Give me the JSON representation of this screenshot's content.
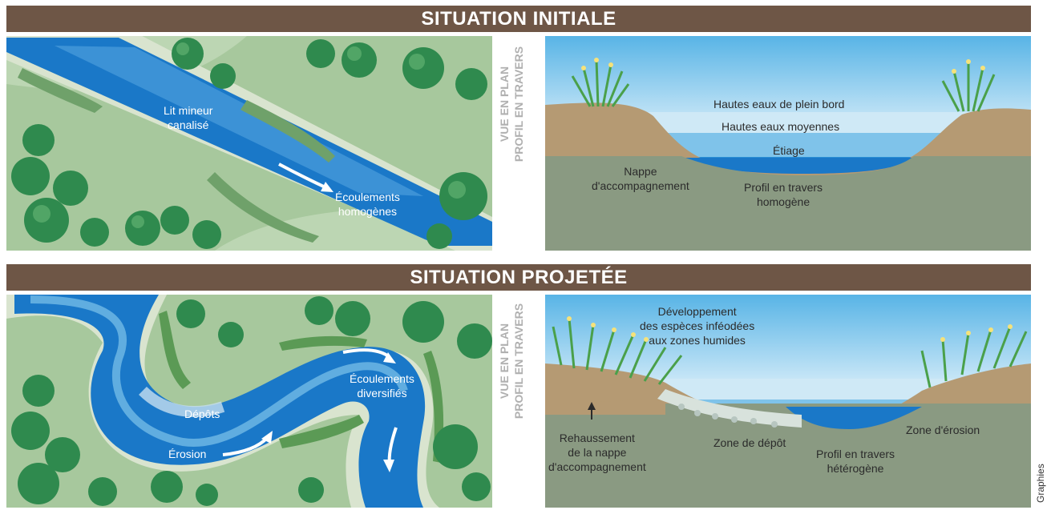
{
  "sections": {
    "initial": {
      "title": "SITUATION INITIALE",
      "view_labels": {
        "plan": "VUE EN PLAN",
        "profile": "PROFIL EN TRAVERS"
      },
      "plan": {
        "channel": "Lit mineur\ncanalisé",
        "flows": "Écoulements\nhomogènes"
      },
      "profile": {
        "bankfull": "Hautes eaux de plein bord",
        "mean_high": "Hautes eaux moyennes",
        "low_water": "Étiage",
        "water_table": "Nappe\nd'accompagnement",
        "cross_section": "Profil en travers\nhomogène"
      }
    },
    "projected": {
      "title": "SITUATION PROJETÉE",
      "view_labels": {
        "plan": "VUE EN PLAN",
        "profile": "PROFIL EN TRAVERS"
      },
      "plan": {
        "deposits": "Dépôts",
        "erosion": "Érosion",
        "flows": "Écoulements\ndiversifiés"
      },
      "profile": {
        "vegetation": "Développement\ndes espèces inféodées\naux zones humides",
        "water_table_rise": "Rehaussement\nde la nappe\nd'accompagnement",
        "deposit_zone": "Zone de dépôt",
        "cross_section": "Profil en travers\nhétérogène",
        "erosion_zone": "Zone d'érosion"
      }
    }
  },
  "credit": "Graphies",
  "colors": {
    "banner": "#6e5646",
    "grass": "#a7c89d",
    "grass_light": "#c5dcbc",
    "river": "#1a78c8",
    "river_light": "#5aa8e2",
    "sky_top": "#58b4e6",
    "soil": "#b59a73",
    "water_table": "#8a9a82",
    "tree": "#2f8a4e",
    "view_label": "#b0b0b0"
  }
}
